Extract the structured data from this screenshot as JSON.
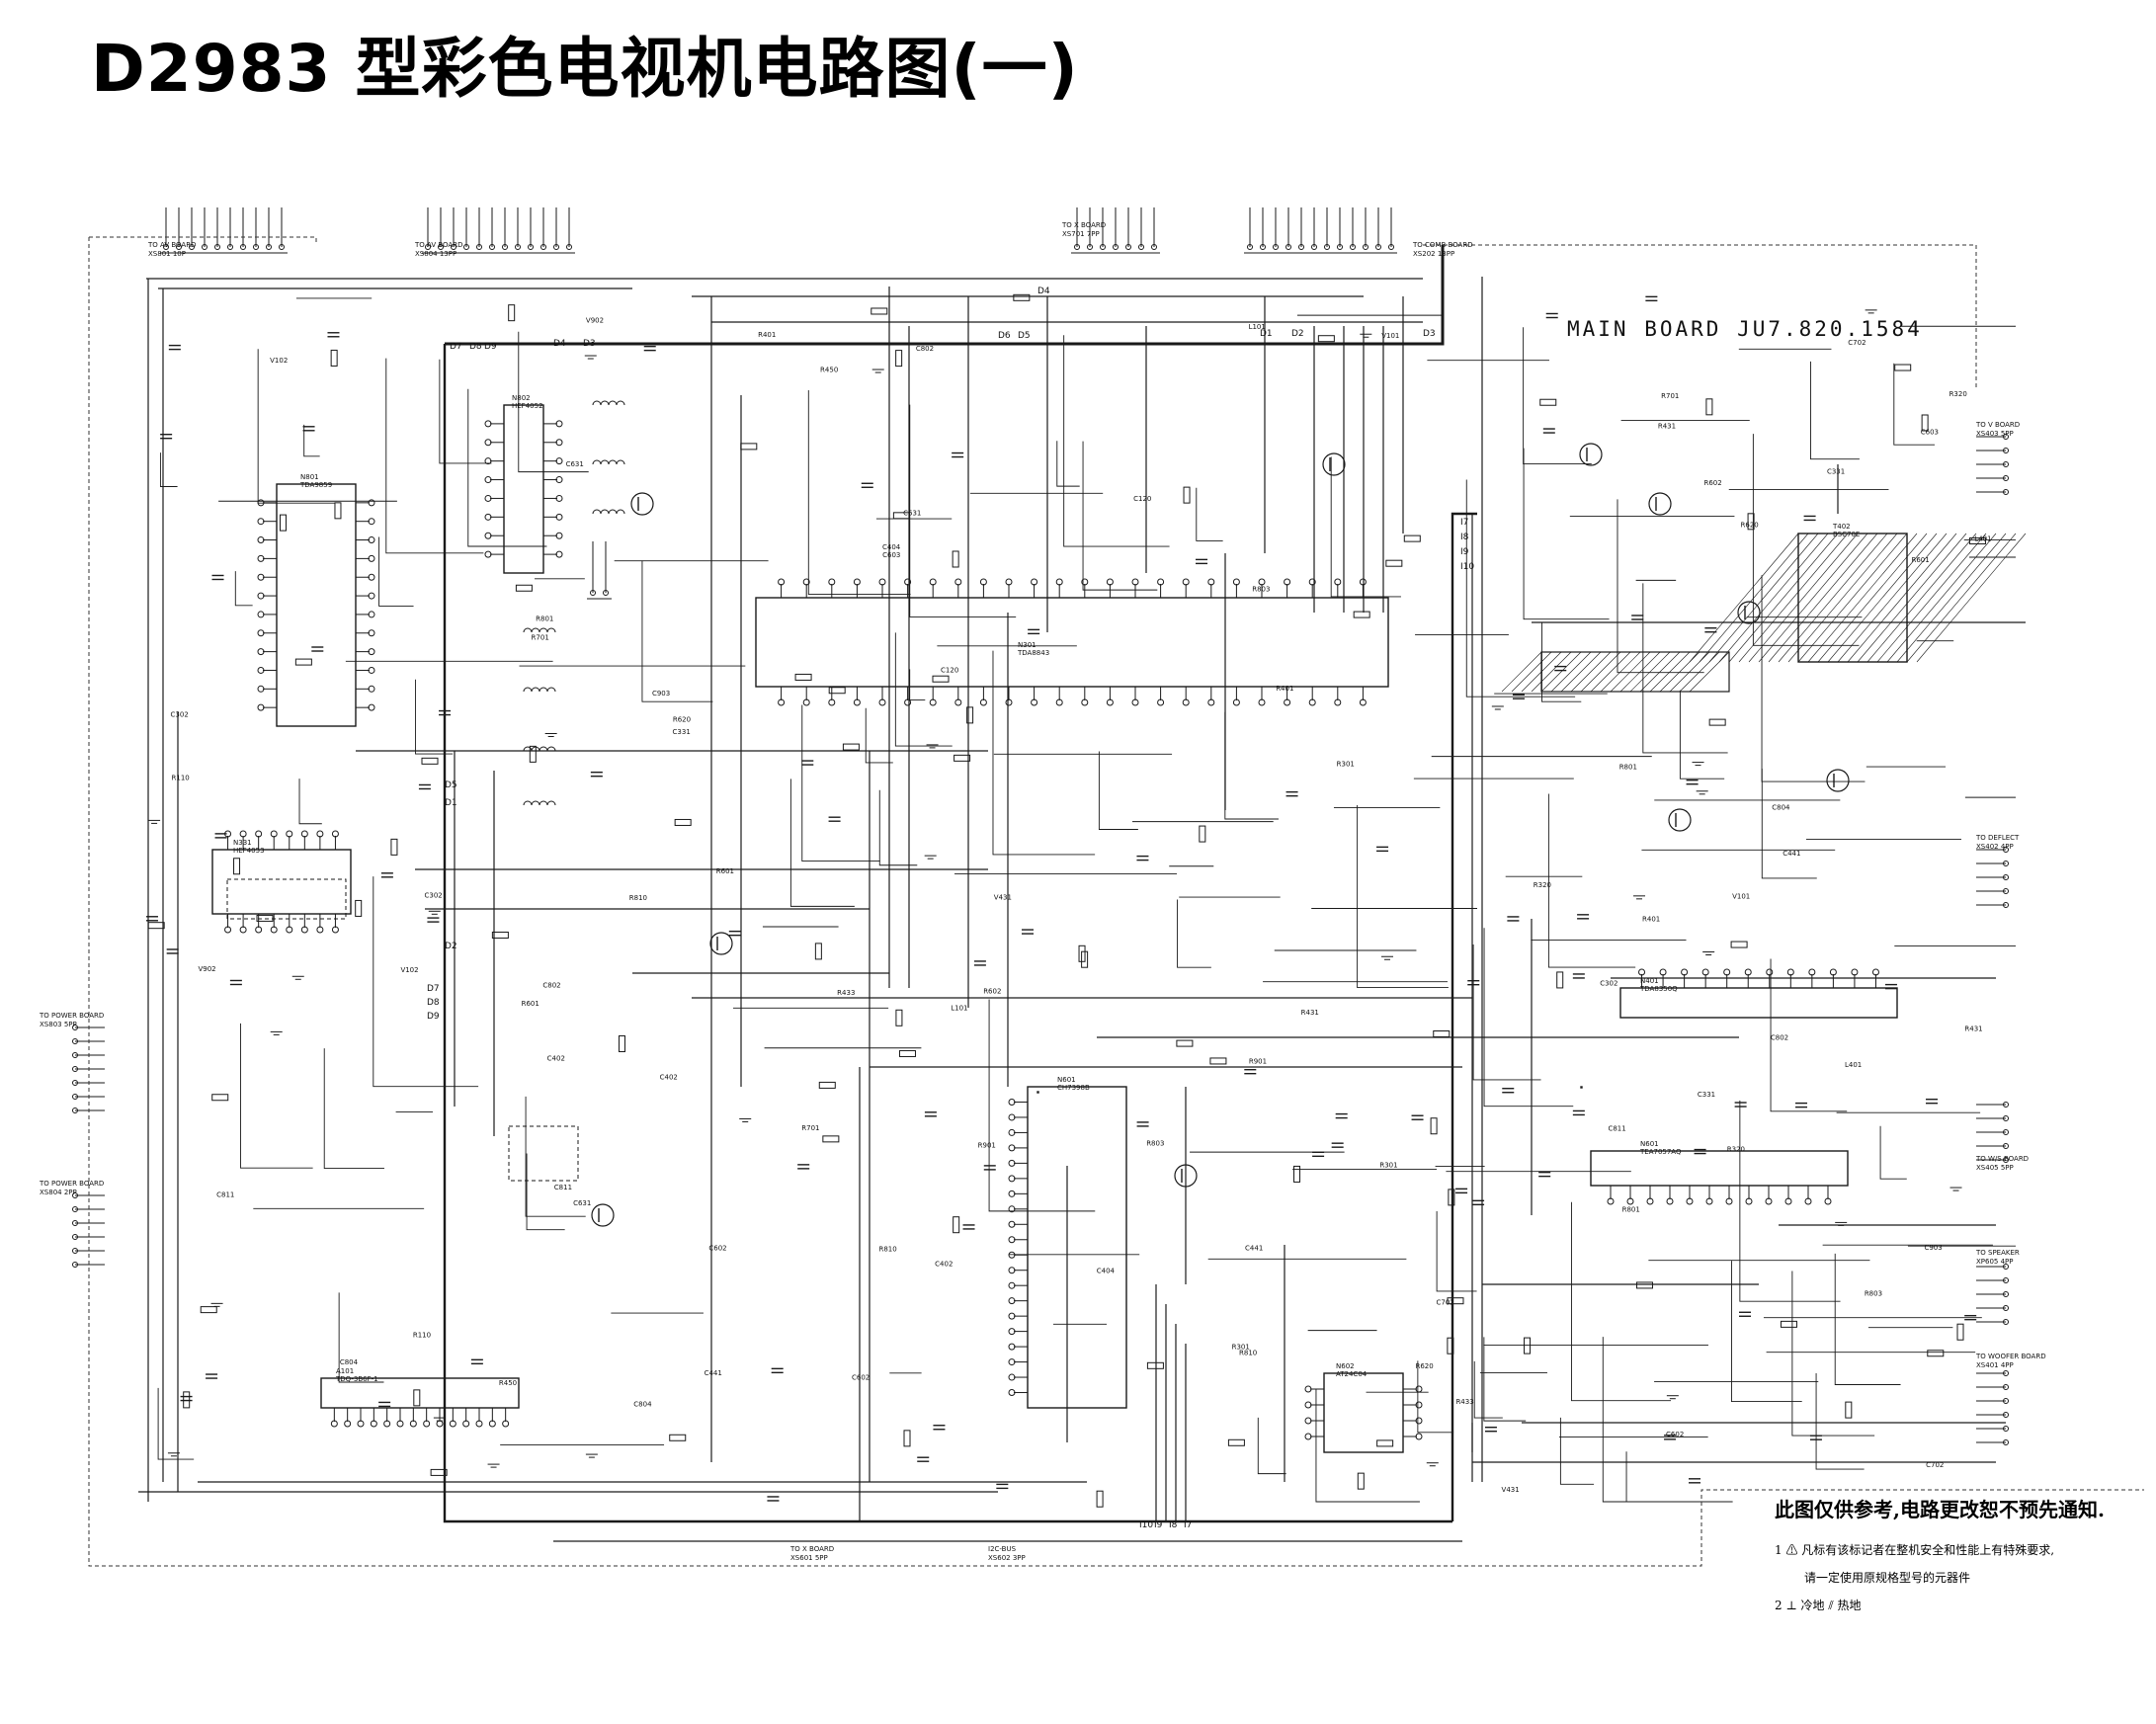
{
  "title": "D2983 型彩色电视机电路图(一)",
  "board_label": "MAIN BOARD JU7.820.1584",
  "notes": {
    "main": "此图仅供参考,电路更改恕不预先通知.",
    "note1_line1": "1 ⚠ 凡标有该标记者在整机安全和性能上有特殊要求,",
    "note1_line2": "请一定使用原规格型号的元器件",
    "note2": "2 ⊥ 冷地   ⫽ 热地"
  },
  "nets": [
    "D4",
    "D6",
    "D5",
    "D1",
    "D2",
    "D3",
    "D7",
    "D8",
    "D9",
    "I7",
    "I8",
    "I9",
    "I10"
  ],
  "ics": [
    {
      "ref": "N801",
      "part": "TDA9859"
    },
    {
      "ref": "N802",
      "part": "HEF4052"
    },
    {
      "ref": "N301",
      "part": "TDA8843"
    },
    {
      "ref": "N331",
      "part": "HEF4053"
    },
    {
      "ref": "N601",
      "part": "CH7398B"
    },
    {
      "ref": "N401",
      "part": "TDA8350Q"
    },
    {
      "ref": "N601",
      "part": "TEA7057AQ"
    },
    {
      "ref": "N602",
      "part": "AT24C04"
    },
    {
      "ref": "T402",
      "part": "BSC70E"
    },
    {
      "ref": "A101",
      "part": "TDQ-3B6F-1"
    }
  ],
  "connectors": [
    {
      "ref": "XS801",
      "pins": "10P",
      "to": "TO AV BOARD"
    },
    {
      "ref": "XS804",
      "pins": "13PP",
      "to": "TO AV BOARD"
    },
    {
      "ref": "XS701",
      "pins": "7PP",
      "to": "TO X BOARD"
    },
    {
      "ref": "XS202",
      "pins": "13PP",
      "to": "TO COMB BOARD"
    },
    {
      "ref": "XS403",
      "pins": "5PP",
      "to": "TO V BOARD"
    },
    {
      "ref": "XS402",
      "pins": "4PP",
      "to": "TO DEFLECT"
    },
    {
      "ref": "XS405",
      "pins": "5PP",
      "to": "TO W/S BOARD"
    },
    {
      "ref": "XP605",
      "pins": "4PP",
      "to": "TO SPEAKER"
    },
    {
      "ref": "XS401",
      "pins": "4PP",
      "to": "TO WOOFER BOARD"
    },
    {
      "ref": "XS803",
      "pins": "5PP",
      "to": "TO POWER BOARD"
    },
    {
      "ref": "XS804",
      "pins": "2PP",
      "to": "TO POWER BOARD"
    },
    {
      "ref": "XS601",
      "pins": "5PP",
      "to": "TO X BOARD"
    },
    {
      "ref": "XS602",
      "pins": "3PP",
      "to": "I2C-BUS"
    }
  ],
  "line_color": "#1a1a1a"
}
